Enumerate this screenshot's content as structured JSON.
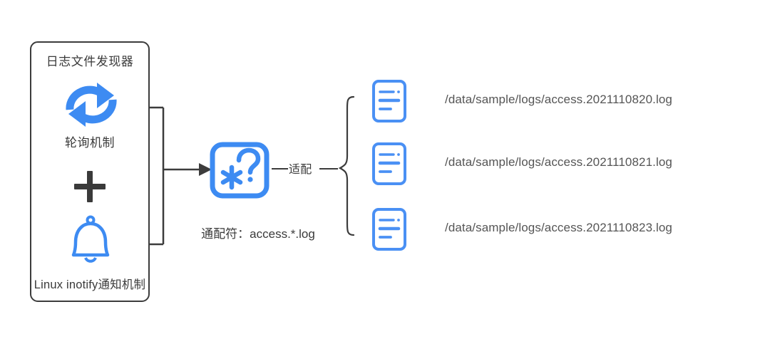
{
  "diagram": {
    "title": "日志文件发现器",
    "discoverer": {
      "box_title": "日志文件发现器",
      "polling": {
        "icon": "refresh-icon",
        "label": "轮询机制"
      },
      "operator": "+",
      "inotify": {
        "icon": "bell-icon",
        "label": "Linux inotify通知机制"
      }
    },
    "matcher": {
      "icon": "wildcard-icon",
      "icon_glyphs": "*?",
      "label": "通配符：access.*.log",
      "edge_label": "适配"
    },
    "files": [
      {
        "icon": "document-icon",
        "path": "/data/sample/logs/access.2021110820.log"
      },
      {
        "icon": "document-icon",
        "path": "/data/sample/logs/access.2021110821.log"
      },
      {
        "icon": "document-icon",
        "path": "/data/sample/logs/access.2021110823.log"
      }
    ],
    "colors": {
      "accent_blue": "#3d8bf2",
      "line_dark": "#3c3c3c",
      "text_dark": "#3a3a3a",
      "text_path": "#555555",
      "background": "#ffffff"
    }
  }
}
